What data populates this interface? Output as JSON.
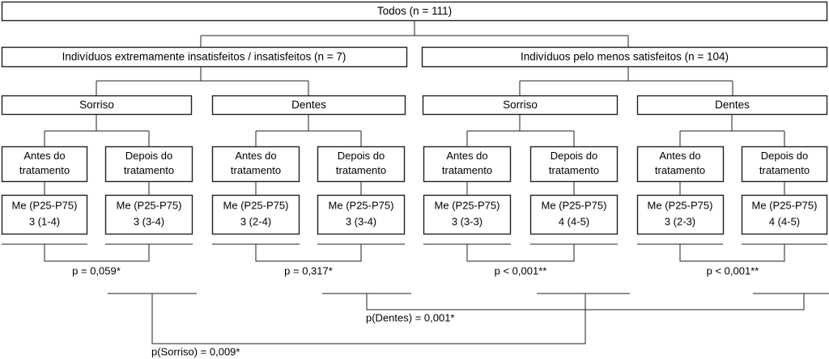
{
  "diagram": {
    "title_root": "Todos (n = 111)",
    "groups": [
      {
        "label": "Indivíduos extremamente insatisfeitos / insatisfeitos (n = 7)"
      },
      {
        "label": "Indivíduos pelo menos satisfeitos (n = 104)"
      }
    ],
    "categories": [
      {
        "label": "Sorriso"
      },
      {
        "label": "Dentes"
      },
      {
        "label": "Sorriso"
      },
      {
        "label": "Dentes"
      }
    ],
    "timepoints": [
      {
        "line1": "Antes do",
        "line2": "tratamento"
      },
      {
        "line1": "Depois do",
        "line2": "tratamento"
      },
      {
        "line1": "Antes do",
        "line2": "tratamento"
      },
      {
        "line1": "Depois do",
        "line2": "tratamento"
      },
      {
        "line1": "Antes do",
        "line2": "tratamento"
      },
      {
        "line1": "Depois do",
        "line2": "tratamento"
      },
      {
        "line1": "Antes do",
        "line2": "tratamento"
      },
      {
        "line1": "Depois do",
        "line2": "tratamento"
      }
    ],
    "stats": [
      {
        "header": "Me (P25-P75)",
        "value": "3 (1-4)"
      },
      {
        "header": "Me (P25-P75)",
        "value": "3 (3-4)"
      },
      {
        "header": "Me (P25-P75)",
        "value": "3 (2-4)"
      },
      {
        "header": "Me (P25-P75)",
        "value": "3 (3-4)"
      },
      {
        "header": "Me (P25-P75)",
        "value": "3 (3-3)"
      },
      {
        "header": "Me (P25-P75)",
        "value": "4 (4-5)"
      },
      {
        "header": "Me (P25-P75)",
        "value": "3 (2-3)"
      },
      {
        "header": "Me (P25-P75)",
        "value": "4 (4-5)"
      }
    ],
    "within_pvalues": [
      {
        "label": "p = 0,059*"
      },
      {
        "label": "p = 0,317*"
      },
      {
        "label": "p < 0,001**"
      },
      {
        "label": "p < 0,001**"
      }
    ],
    "between_pvalues": [
      {
        "label": "p(Dentes) = 0,001*"
      },
      {
        "label": "p(Sorriso) = 0,009*"
      }
    ],
    "colors": {
      "stroke": "#231f20",
      "box_fill": "#ffffff",
      "text": "#000000",
      "background": "#ffffff"
    }
  }
}
